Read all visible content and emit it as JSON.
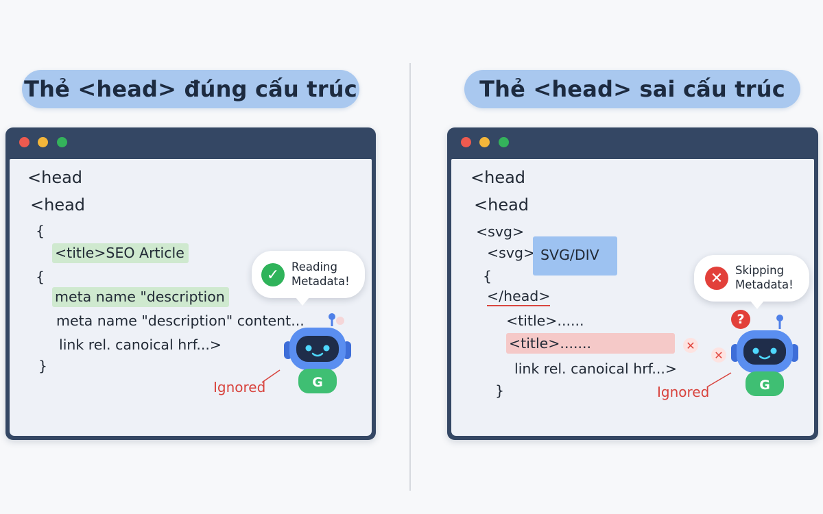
{
  "colors": {
    "pill": "#a9c8ef",
    "window_frame": "#344764",
    "code_background": "#eef1f7",
    "highlight_green": "#cfe9cf",
    "highlight_red": "#f5c9c8",
    "highlight_blue": "#9dc2f1",
    "error_red": "#d8433d",
    "success_green": "#2fb35a",
    "robot_blue": "#4f80e8"
  },
  "left_panel": {
    "heading": "Thẻ <head> đúng cấu trúc",
    "code_lines": [
      "<head",
      "<head",
      "{",
      "<title>SEO Article",
      "{",
      "meta name \"description",
      "meta name \"description\" content...",
      "link rel. canoical hrf...>",
      "}"
    ],
    "bubble": {
      "icon": "check-circle-icon",
      "line1": "Reading",
      "line2": "Metadata!"
    },
    "robot_letter": "G",
    "ignored_label": "Ignored"
  },
  "right_panel": {
    "heading": "Thẻ <head> sai cấu trúc",
    "code_lines": [
      "<head",
      "<head",
      "<svg>",
      "<svg>",
      "SVG/DIV",
      "{",
      "</head>",
      "<title>......",
      "<title>.......",
      "link rel. canoical hrf...>",
      "}"
    ],
    "bubble": {
      "icon": "x-circle-icon",
      "line1": "Skipping",
      "line2": "Metadata!"
    },
    "x_mark": "✕",
    "question_mark": "?",
    "robot_letter": "G",
    "ignored_label": "Ignored"
  }
}
